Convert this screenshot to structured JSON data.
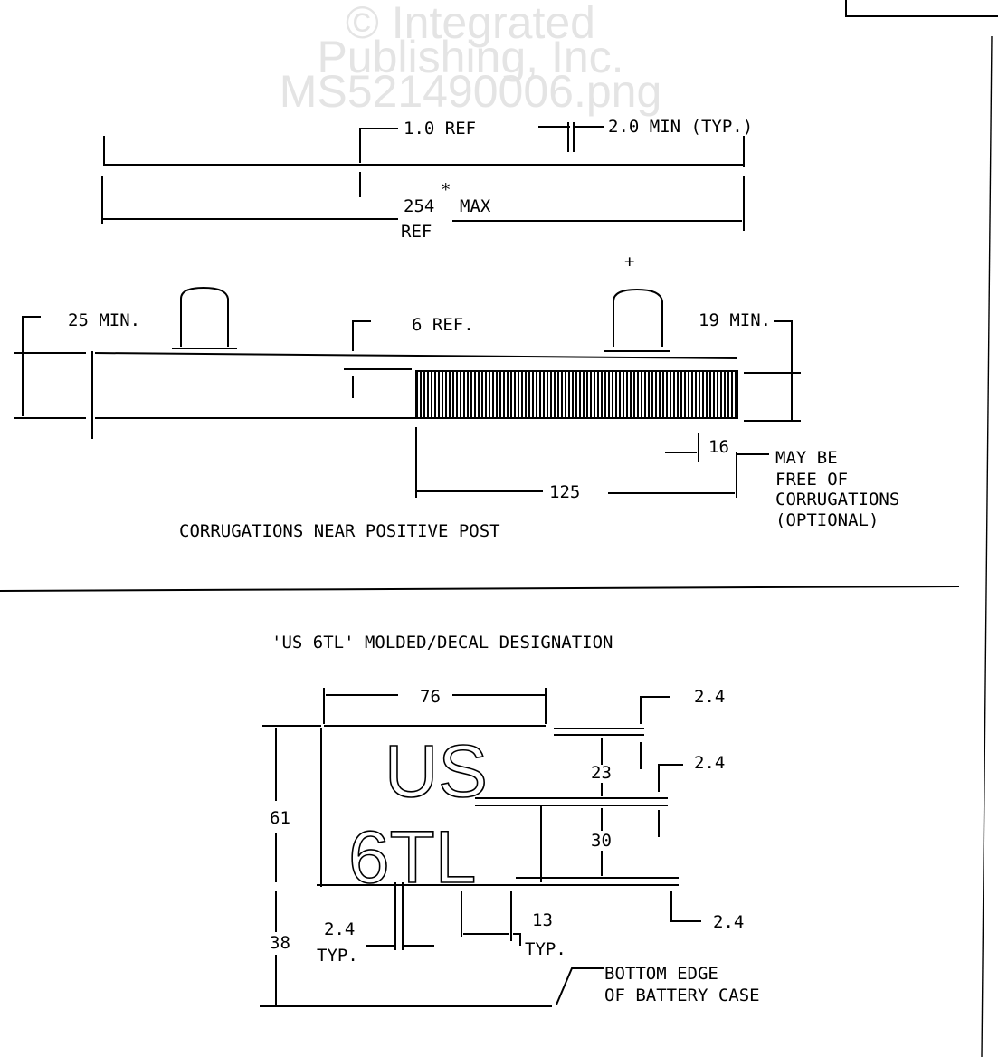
{
  "watermark": [
    "© Integrated",
    "Publishing, Inc.",
    "MS521490006.png"
  ],
  "top_view": {
    "dim_1_0": "1.0 REF",
    "dim_2_0": "2.0  MIN (TYP.)",
    "dim_254": "254",
    "dim_254_star": "*",
    "dim_254_max": "MAX",
    "dim_254_ref": "REF",
    "plus_sign": "+",
    "dim_25": "25 MIN.",
    "dim_6": "6  REF.",
    "dim_19": "19 MIN.",
    "dim_16": "16",
    "dim_125": "125",
    "note_lines": [
      "MAY BE",
      "FREE OF",
      "CORRUGATIONS",
      "(OPTIONAL)"
    ],
    "caption": "CORRUGATIONS NEAR POSITIVE POST"
  },
  "designation": {
    "title": "'US 6TL' MOLDED/DECAL DESIGNATION",
    "letters_top": "US",
    "letters_bottom": "6TL",
    "dim_76": "76",
    "dim_2_4_a": "2.4",
    "dim_2_4_b": "2.4",
    "dim_2_4_c": "2.4",
    "dim_23": "23",
    "dim_30": "30",
    "dim_61": "61",
    "dim_38": "38",
    "dim_2_4_typ": "2.4",
    "typ_a": "TYP.",
    "dim_13": "13",
    "typ_b": "TYP.",
    "bottom_edge_lines": [
      "BOTTOM EDGE",
      "OF BATTERY CASE"
    ]
  }
}
